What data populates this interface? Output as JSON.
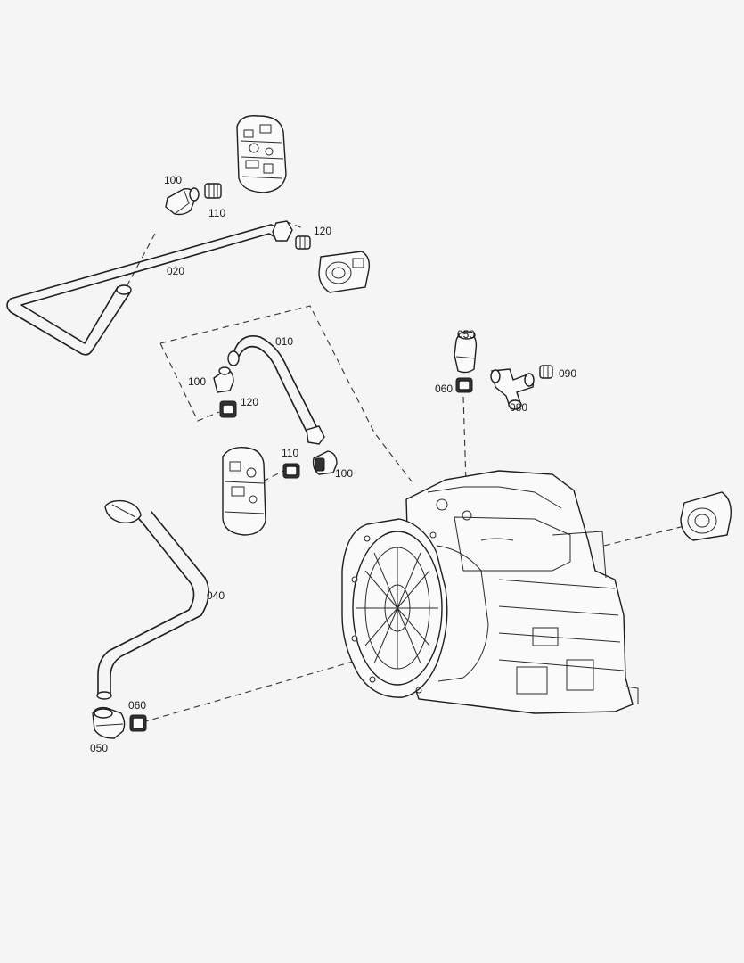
{
  "labels": {
    "c010": "010",
    "c020": "020",
    "c040": "040",
    "c050a": "050",
    "c050b": "050",
    "c060a": "060",
    "c060b": "060",
    "c080": "080",
    "c090": "090",
    "c100a": "100",
    "c100b": "100",
    "c100c": "100",
    "c110a": "110",
    "c110b": "110",
    "c120a": "120",
    "c120b": "120"
  }
}
